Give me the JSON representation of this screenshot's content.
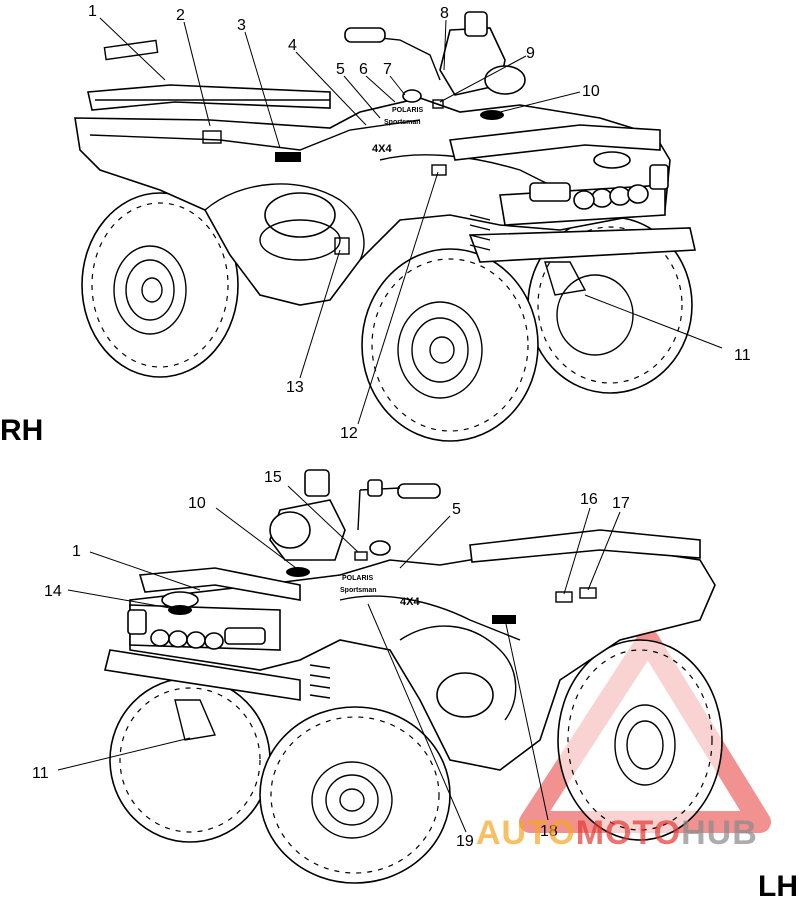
{
  "views": [
    {
      "side_label": "RH",
      "callouts": [
        "1",
        "2",
        "3",
        "4",
        "5",
        "6",
        "7",
        "8",
        "9",
        "10",
        "11",
        "12",
        "13"
      ]
    },
    {
      "side_label": "LH",
      "callouts": [
        "15",
        "10",
        "5",
        "1",
        "14",
        "16",
        "17",
        "11",
        "19",
        "18"
      ]
    }
  ],
  "decal_text": {
    "brand": "POLARIS",
    "model": "Sportsman",
    "drive": "4X4"
  },
  "watermark": {
    "part1": "AUTO",
    "part2": "MOTO",
    "part3": "HUB",
    "colors": {
      "triangle": "#e53935",
      "auto": "#f5a623",
      "moto": "#e53935",
      "hub": "#8a8a8a"
    }
  }
}
